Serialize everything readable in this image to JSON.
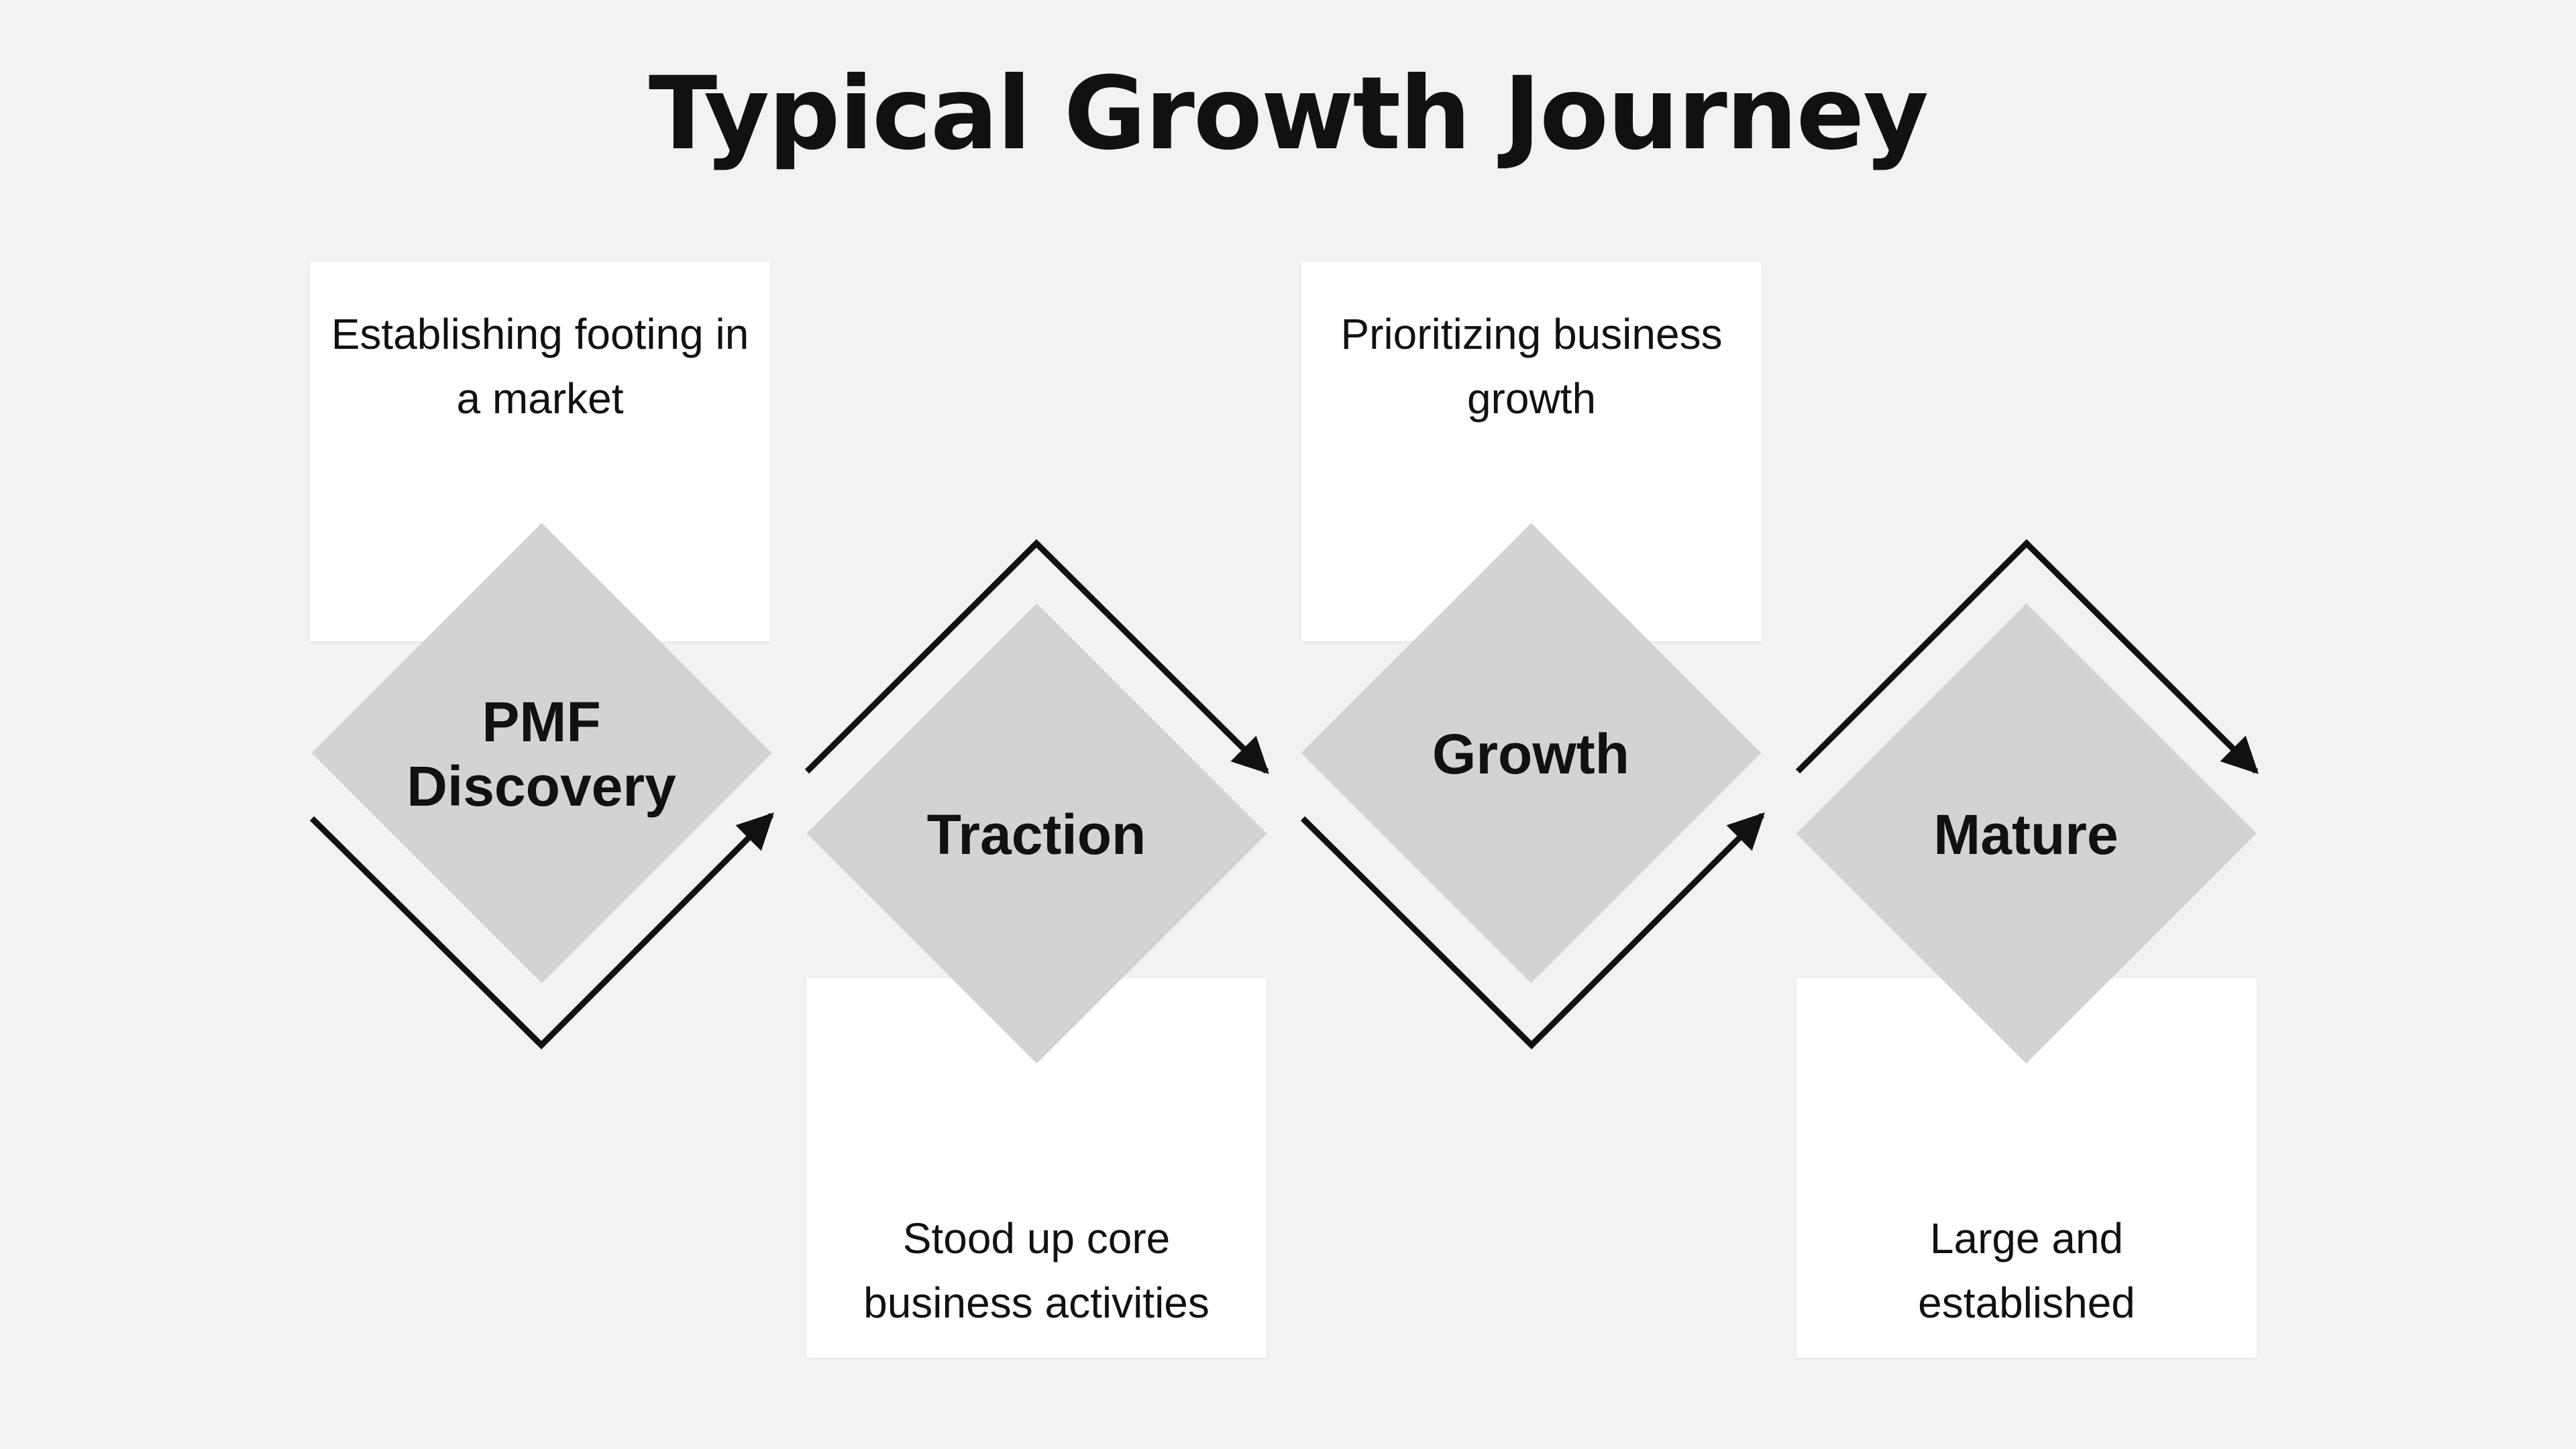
{
  "title": "Typical Growth Journey",
  "colors": {
    "background": "#f2f2f2",
    "card": "#ffffff",
    "diamond": "#d3d3d3",
    "line": "#111111"
  },
  "stages": [
    {
      "label": "PMF Discovery",
      "description": "Establishing footing in a market"
    },
    {
      "label": "Traction",
      "description": "Stood up core business activities"
    },
    {
      "label": "Growth",
      "description": "Prioritizing business growth"
    },
    {
      "label": "Mature",
      "description": "Large and established"
    }
  ]
}
